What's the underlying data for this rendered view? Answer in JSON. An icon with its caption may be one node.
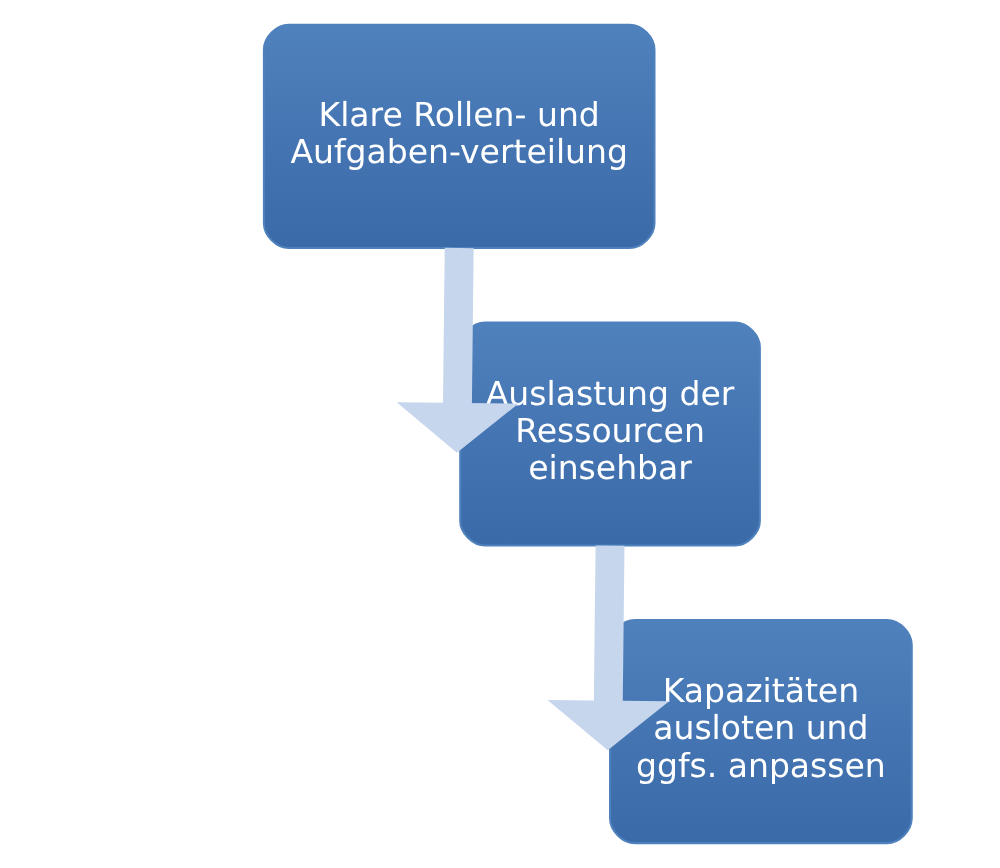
{
  "diagram": {
    "nodes": [
      {
        "text": [
          "Klare Rollen- und Aufgaben-verteilung"
        ]
      },
      {
        "text": [
          "Auslastung der Ressourcen einsehbar"
        ]
      },
      {
        "text": [
          "Kapazitäten ausloten und ggfs. anpassen"
        ]
      }
    ],
    "edges": [
      {
        "from": 0,
        "to": 1,
        "arrow": "to"
      },
      {
        "from": 1,
        "to": 2,
        "arrow": "to"
      }
    ]
  }
}
